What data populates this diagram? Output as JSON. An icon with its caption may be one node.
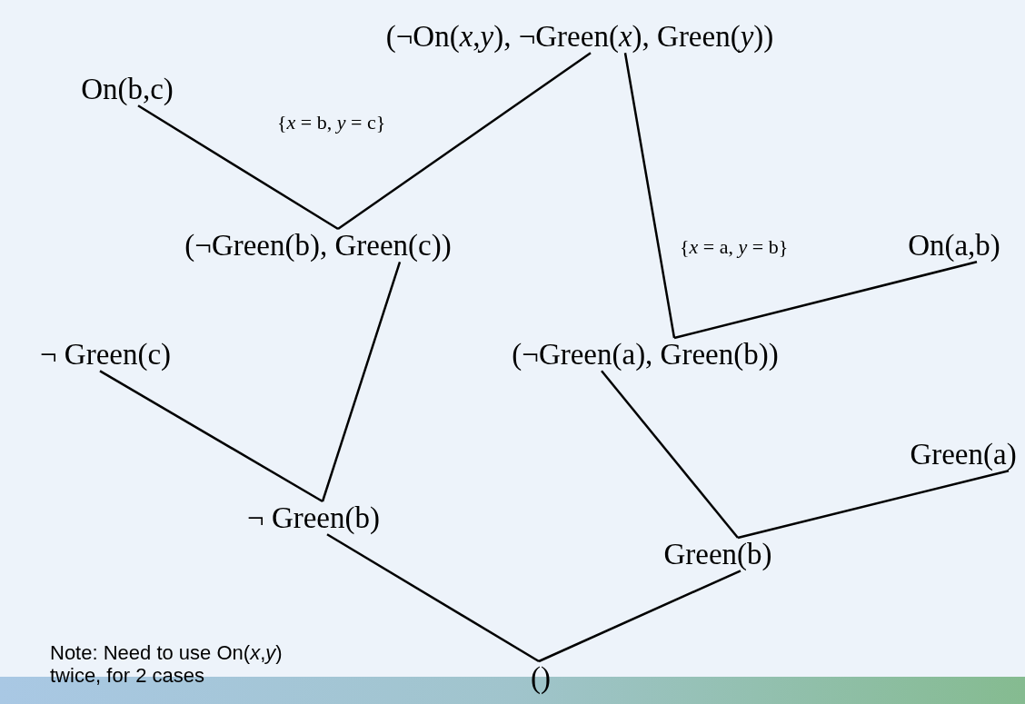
{
  "diagram": {
    "nodes": [
      {
        "text": [
          "(¬On(*x*,*y*), ¬Green(*x*), Green(*y*))"
        ]
      },
      {
        "text": [
          "On(b,c)"
        ]
      },
      {
        "text": [
          "(¬Green(b), Green(c))"
        ]
      },
      {
        "text": [
          "On(a,b)"
        ]
      },
      {
        "text": [
          "(¬Green(a), Green(b))"
        ]
      },
      {
        "text": [
          "¬  Green(c)"
        ]
      },
      {
        "text": [
          "Green(a)"
        ]
      },
      {
        "text": [
          "¬ Green(b)"
        ]
      },
      {
        "text": [
          "Green(b)"
        ]
      },
      {
        "text": [
          "()"
        ]
      }
    ],
    "edges": [
      {
        "from": 1,
        "to": 2,
        "arrow": "none"
      },
      {
        "from": 0,
        "to": 2,
        "arrow": "none"
      },
      {
        "from": 0,
        "to": 4,
        "arrow": "none"
      },
      {
        "from": 3,
        "to": 4,
        "arrow": "none"
      },
      {
        "from": 2,
        "to": 7,
        "arrow": "none"
      },
      {
        "from": 5,
        "to": 7,
        "arrow": "none"
      },
      {
        "from": 4,
        "to": 8,
        "arrow": "none"
      },
      {
        "from": 6,
        "to": 8,
        "arrow": "none"
      },
      {
        "from": 7,
        "to": 9,
        "arrow": "none"
      },
      {
        "from": 8,
        "to": 9,
        "arrow": "none"
      }
    ],
    "labels": [
      "{*x* = b, *y* = c}",
      "{*x* = a, *y* = b}",
      "Note:  Need to use On(*x*,*y*) twice, for 2 cases"
    ]
  }
}
